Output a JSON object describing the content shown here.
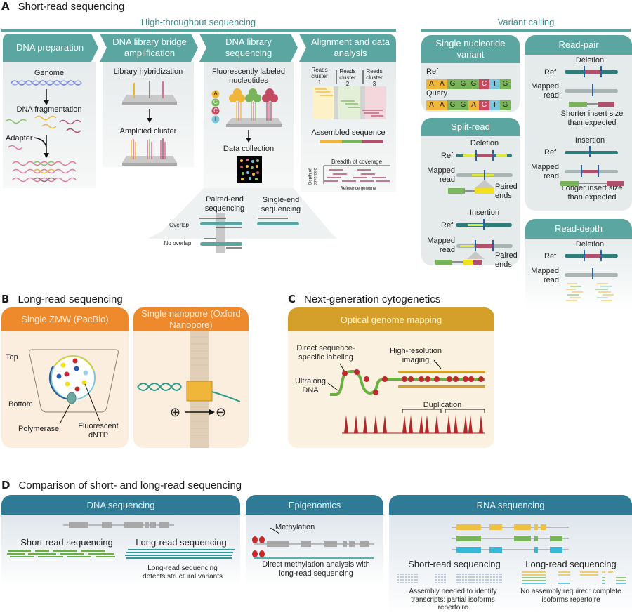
{
  "panel_a": {
    "letter": "A",
    "title": "Short-read sequencing",
    "group_hts": "High-throughput sequencing",
    "group_vc": "Variant calling",
    "stages": [
      {
        "title": "DNA preparation",
        "labels": [
          "Genome",
          "DNA fragmentation",
          "Adapter"
        ]
      },
      {
        "title": "DNA library bridge amplification",
        "labels": [
          "Library hybridization",
          "Amplified cluster"
        ]
      },
      {
        "title": "DNA library sequencing",
        "labels": [
          "Fluorescently labeled nucleotides",
          "Data collection"
        ],
        "nucleotides": [
          "A",
          "G",
          "C",
          "T"
        ]
      },
      {
        "title": "Alignment and data analysis",
        "clusters": [
          "Reads cluster 1",
          "Reads cluster 2",
          "Reads cluster 3"
        ],
        "assembled": "Assembled sequence",
        "breadth": "Breadth of coverage",
        "depth": "Depth of coverage",
        "reference": "Reference genome"
      }
    ],
    "paired_end": {
      "title": "Paired-end sequencing",
      "overlap": "Overlap",
      "no_overlap": "No overlap"
    },
    "single_end": {
      "title": "Single-end sequencing"
    },
    "snv": {
      "title": "Single nucleotide variant",
      "ref_label": "Ref",
      "ref_seq": [
        "A",
        "A",
        "G",
        "G",
        "G",
        "C",
        "T",
        "G"
      ],
      "query_label": "Query",
      "query_seq": [
        "A",
        "A",
        "G",
        "G",
        "A",
        "C",
        "T",
        "G"
      ]
    },
    "split_read": {
      "title": "Split-read",
      "deletion": "Deletion",
      "insertion": "Insertion",
      "ref": "Ref",
      "mapped": "Mapped read",
      "paired_ends": "Paired ends"
    },
    "read_pair": {
      "title": "Read-pair",
      "deletion": "Deletion",
      "insertion": "Insertion",
      "ref": "Ref",
      "mapped": "Mapped read",
      "shorter": "Shorter insert size than expected",
      "longer": "Longer insert size than expected"
    },
    "read_depth": {
      "title": "Read-depth",
      "deletion": "Deletion",
      "ref": "Ref",
      "mapped": "Mapped read"
    }
  },
  "panel_b": {
    "letter": "B",
    "title": "Long-read sequencing",
    "pacbio": {
      "title": "Single ZMW (PacBio)",
      "top": "Top",
      "bottom": "Bottom",
      "polymerase": "Polymerase",
      "fluorescent": "Fluorescent dNTP"
    },
    "nanopore": {
      "title": "Single nanopore (Oxford Nanopore)",
      "plus": "⊕",
      "minus": "⊖"
    }
  },
  "panel_c": {
    "letter": "C",
    "title": "Next-generation cytogenetics",
    "ogm": {
      "title": "Optical genome mapping",
      "labeling": "Direct sequence-specific labeling",
      "ultralong": "Ultralong DNA",
      "imaging": "High-resolution imaging",
      "duplication": "Duplication"
    }
  },
  "panel_d": {
    "letter": "D",
    "title": "Comparison of short- and long-read sequencing",
    "dna": {
      "title": "DNA sequencing",
      "short": "Short-read sequencing",
      "long": "Long-read sequencing",
      "note": "Long-read sequencing detects structural variants"
    },
    "epi": {
      "title": "Epigenomics",
      "methylation": "Methylation",
      "note": "Direct methylation analysis with long-read sequencing"
    },
    "rna": {
      "title": "RNA sequencing",
      "short": "Short-read sequencing",
      "long": "Long-read sequencing",
      "short_note": "Assembly needed to identify transcripts: partial isoforms repertoire",
      "long_note": "No assembly required: complete isoforms repertoire"
    }
  },
  "colors": {
    "teal": "#5ba6a1",
    "orange": "#ef8a2c",
    "gold": "#d4a02a",
    "blue": "#2f7b96",
    "nt_A": "#f0b63a",
    "nt_G": "#7ab45a",
    "nt_C": "#c24b62",
    "nt_T": "#7cc6dc"
  }
}
